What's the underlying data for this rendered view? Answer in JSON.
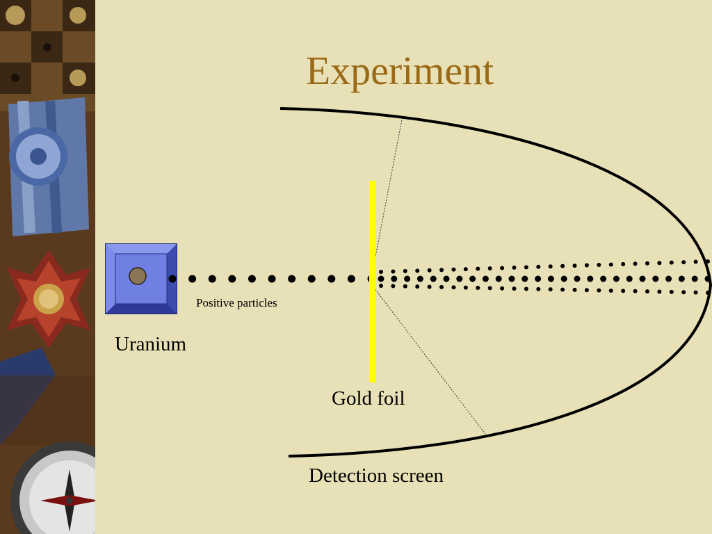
{
  "slide": {
    "title": "Experiment"
  },
  "labels": {
    "source": "Uranium",
    "particles": "Positive particles",
    "foil": "Gold foil",
    "screen": "Detection screen"
  },
  "colors": {
    "background": "#e8e0b6",
    "title": "#9a6a17",
    "foil": "#ffff00",
    "source_box": "#6a78d8",
    "source_nucleus": "#8a7556",
    "particles": "#000000"
  },
  "icons": {
    "sidebar": "medal-and-compass-decorative-image"
  }
}
